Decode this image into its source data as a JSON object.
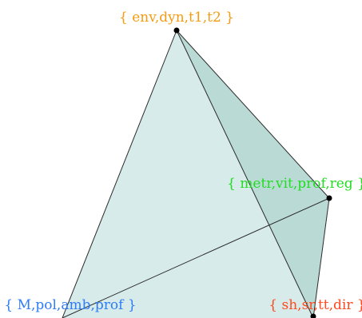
{
  "diagram": {
    "colors": {
      "face_fill": "#cfe8e6",
      "face_fill_dark": "#b3d6d2",
      "edge": "#2b2b2b",
      "vertex": "#000000"
    },
    "vertices": [
      {
        "id": "top",
        "label": "{ env,dyn,t1,t2 }",
        "color": "#f39c12"
      },
      {
        "id": "right",
        "label": "{ metr,vit,prof,reg }",
        "color": "#22dd22"
      },
      {
        "id": "bottom-right",
        "label": "{ sh,sr,tt,dir }",
        "color": "#ff4a1f"
      },
      {
        "id": "bottom-left",
        "label": "{ M,pol,amb,prof }",
        "color": "#2f7df6"
      }
    ]
  }
}
